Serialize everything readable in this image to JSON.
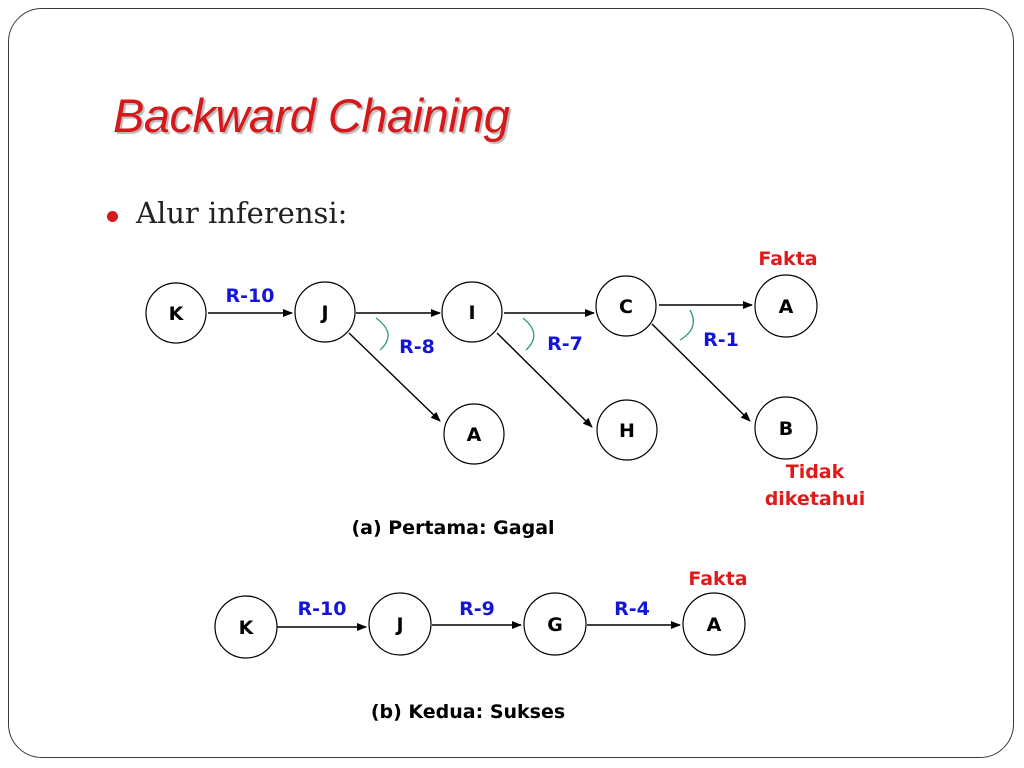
{
  "slide": {
    "title": "Backward Chaining",
    "bullet": "Alur inferensi:"
  },
  "diagram_a": {
    "nodes": {
      "k": "K",
      "j": "J",
      "i": "I",
      "c": "C",
      "a_top": "A",
      "a_low": "A",
      "h": "H",
      "b": "B"
    },
    "rules": {
      "r10": "R-10",
      "r8": "R-8",
      "r7": "R-7",
      "r1": "R-1"
    },
    "notes": {
      "fakta": "Fakta",
      "tidak_1": "Tidak",
      "tidak_2": "diketahui"
    },
    "caption": "(a) Pertama: Gagal"
  },
  "diagram_b": {
    "nodes": {
      "k": "K",
      "j": "J",
      "g": "G",
      "a": "A"
    },
    "rules": {
      "r10": "R-10",
      "r9": "R-9",
      "r4": "R-4"
    },
    "notes": {
      "fakta": "Fakta"
    },
    "caption": "(b) Kedua: Sukses"
  },
  "colors": {
    "title": "#d6181a",
    "rule_label": "#1515d8",
    "note": "#e01a1a",
    "and_arc": "#2f9a6f"
  }
}
